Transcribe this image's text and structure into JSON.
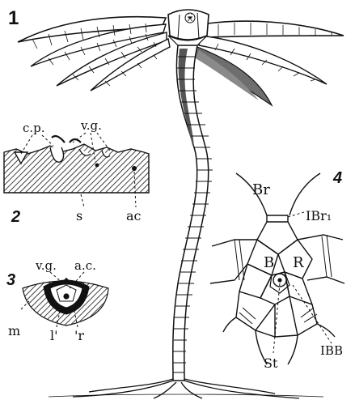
{
  "figures": [
    {
      "number": "1"
    },
    {
      "number": "2",
      "labels": [
        "c.p.",
        "v.g.",
        "s",
        "ac"
      ]
    },
    {
      "number": "3",
      "labels": [
        "v.g.",
        "a.c.",
        "m",
        "l'",
        "'r"
      ]
    },
    {
      "number": "4",
      "labels": [
        "Br",
        "IBr₁",
        "B",
        "R",
        "IBB",
        "St"
      ]
    }
  ],
  "colors": {
    "ink": "#111111",
    "paper": "#ffffff",
    "shade": "#8a8a8a"
  }
}
